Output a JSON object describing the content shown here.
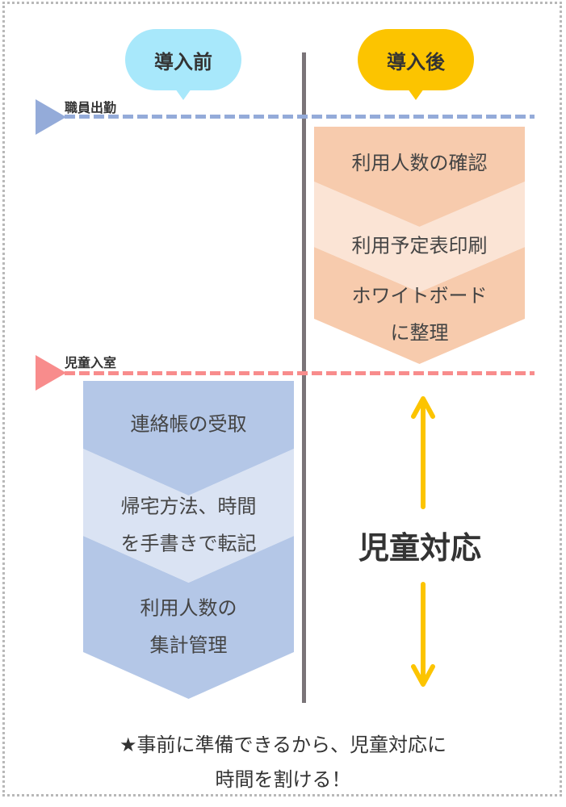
{
  "columns": {
    "before": {
      "label": "導入前",
      "color": "#a8e8fb"
    },
    "after": {
      "label": "導入後",
      "color": "#fcc400"
    }
  },
  "events": {
    "staff_arrival": {
      "label": "職員出勤",
      "color": "#94abd9"
    },
    "child_arrival": {
      "label": "児童入室",
      "color": "#f88c8c"
    }
  },
  "after_steps": [
    {
      "lines": [
        "利用人数の確認"
      ],
      "color": "#f7cbad"
    },
    {
      "lines": [
        "利用予定表印刷"
      ],
      "color": "#fbe4d5"
    },
    {
      "lines": [
        "ホワイトボード",
        "に整理"
      ],
      "color": "#f7cbad"
    }
  ],
  "before_steps": [
    {
      "lines": [
        "連絡帳の受取"
      ],
      "color": "#b4c7e7"
    },
    {
      "lines": [
        "帰宅方法、時間",
        "を手書きで転記"
      ],
      "color": "#dae3f3"
    },
    {
      "lines": [
        "利用人数の",
        "集計管理"
      ],
      "color": "#b4c7e7"
    }
  ],
  "center": {
    "label": "児童対応",
    "arrow_color": "#fcc400"
  },
  "footer": {
    "line1": "★事前に準備できるから、児童対応に",
    "line2": "時間を割ける！"
  }
}
